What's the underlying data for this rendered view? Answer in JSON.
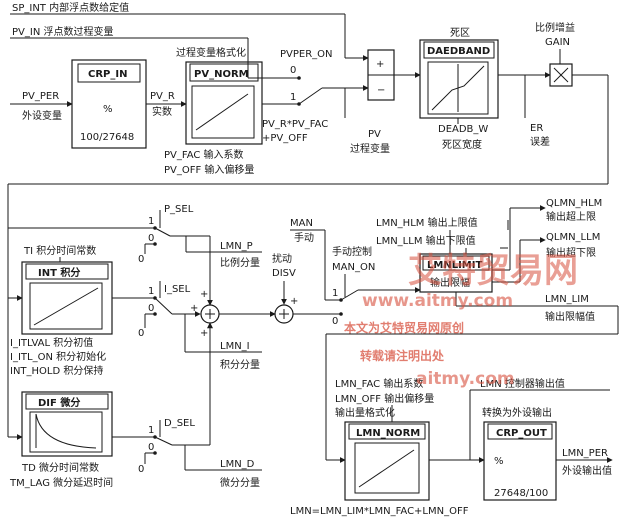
{
  "inputs": {
    "sp_int": "SP_INT 内部浮点数给定值",
    "pv_in": "PV_IN 浮点数过程变量",
    "pv_per": "PV_PER",
    "pv_per_desc": "外设变量"
  },
  "crp_in": {
    "title": "CRP_IN",
    "unit": "%",
    "ratio": "100/27648"
  },
  "pv_norm": {
    "caption": "过程变量格式化",
    "title": "PV_NORM",
    "pv_r": "PV_R",
    "pv_r_desc": "实数",
    "formula_line1": "PV_R*PV_FAC",
    "formula_line2": "+PV_OFF",
    "pv_fac": "PV_FAC  输入系数",
    "pv_off": "PV_OFF  输入偏移量"
  },
  "pvper_on": {
    "label": "PVPER_ON",
    "pos1": "1",
    "pos0": "0"
  },
  "summing1": {
    "plus": "+",
    "minus": "−",
    "pv_label": "PV",
    "pv_desc": "过程变量"
  },
  "deadband": {
    "caption": "死区",
    "title": "DAEDBAND",
    "param": "DEADB_W",
    "param_desc": "死区宽度"
  },
  "gain": {
    "caption": "比例增益",
    "label": "GAIN",
    "er": "ER",
    "er_desc": "误差"
  },
  "p_branch": {
    "sel": "P_SEL",
    "out": "LMN_P",
    "out_desc": "比例分量",
    "pos1": "1",
    "pos0": "0",
    "zero": "0"
  },
  "i_branch": {
    "ti": "TI 积分时间常数",
    "title": "INT 积分",
    "sel": "I_SEL",
    "out": "LMN_I",
    "out_desc": "积分分量",
    "itlval": "I_ITLVAL 积分初值",
    "itl_on": "I_ITL_ON 积分初始化",
    "int_hold": "INT_HOLD 积分保持",
    "pos1": "1",
    "pos0": "0",
    "zero": "0"
  },
  "d_branch": {
    "title": "DIF 微分",
    "sel": "D_SEL",
    "out": "LMN_D",
    "out_desc": "微分分量",
    "td": "TD 微分时间常数",
    "tm_lag": "TM_LAG 微分延迟时间",
    "pos1": "1",
    "pos0": "0",
    "zero": "0"
  },
  "disturbance": {
    "label": "扰动",
    "disv": "DISV",
    "plus": "+"
  },
  "manual": {
    "man": "MAN",
    "man_desc": "手动",
    "ctrl": "手动控制",
    "man_on": "MAN_ON",
    "pos1": "1",
    "pos0": "0"
  },
  "limit": {
    "hlm": "LMN_HLM 输出上限值",
    "llm": "LMN_LLM 输出下限值",
    "title": "LMNLIMIT",
    "desc": "输出限幅",
    "qhlm": "QLMN_HLM",
    "qhlm_desc": "输出超上限",
    "qllm": "QLMN_LLM",
    "qllm_desc": "输出超下限",
    "lim": "LMN_LIM",
    "lim_desc": "输出限幅值"
  },
  "lmn_norm": {
    "fac": "LMN_FAC 输出系数",
    "off": "LMN_OFF 输出偏移量",
    "caption": "输出量格式化",
    "title": "LMN_NORM",
    "formula": "LMN=LMN_LIM*LMN_FAC+LMN_OFF"
  },
  "crp_out": {
    "lmn": "LMN 控制器输出值",
    "caption": "转换为外设输出",
    "title": "CRP_OUT",
    "unit": "%",
    "ratio": "27648/100",
    "per": "LMN_PER",
    "per_desc": "外设输出值"
  },
  "watermark": {
    "brand": "艾特贸易网",
    "url": "www.aitmy.com",
    "source_note": "本文为艾特贸易网原创",
    "reprint_note": "转载请注明出处",
    "url2": "aitmy.com"
  }
}
